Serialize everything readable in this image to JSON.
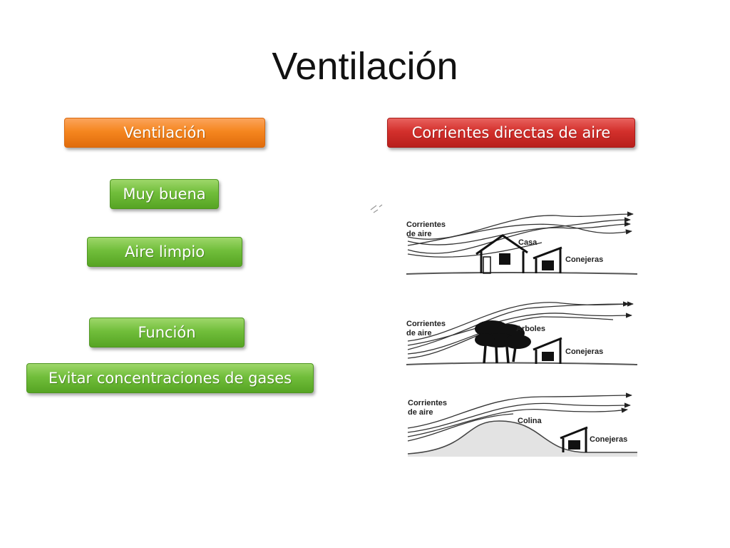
{
  "slide": {
    "title": "Ventilación",
    "left": {
      "header": "Ventilación",
      "rating": "Muy buena",
      "quality": "Aire limpio",
      "function_label": "Función",
      "function_text": "Evitar concentraciones de gases"
    },
    "right": {
      "header": "Corrientes directas de aire"
    }
  },
  "diagram": {
    "panels": [
      {
        "air_label_1": "Corrientes",
        "air_label_2": "de aire",
        "obstacle": "Casa",
        "target": "Conejeras"
      },
      {
        "air_label_1": "Corrientes",
        "air_label_2": "de aire",
        "obstacle": "Arboles",
        "target": "Conejeras"
      },
      {
        "air_label_1": "Corrientes",
        "air_label_2": "de aire",
        "obstacle": "Colina",
        "target": "Conejeras"
      }
    ]
  },
  "colors": {
    "orange_box": "#f5861f",
    "red_box": "#d3302c",
    "green_box": "#71be3b"
  }
}
